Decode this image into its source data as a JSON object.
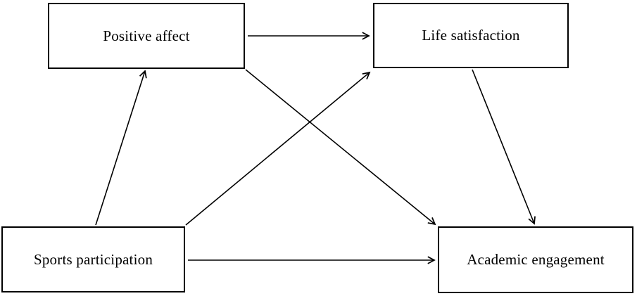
{
  "diagram": {
    "nodes": {
      "positive_affect": {
        "label": "Positive affect"
      },
      "life_satisfaction": {
        "label": "Life satisfaction"
      },
      "sports_participation": {
        "label": "Sports participation"
      },
      "academic_engagement": {
        "label": "Academic engagement"
      }
    },
    "edges": [
      {
        "from": "Positive affect",
        "to": "Life satisfaction"
      },
      {
        "from": "Sports participation",
        "to": "Positive affect"
      },
      {
        "from": "Sports participation",
        "to": "Life satisfaction"
      },
      {
        "from": "Positive affect",
        "to": "Academic engagement"
      },
      {
        "from": "Life satisfaction",
        "to": "Academic engagement"
      },
      {
        "from": "Sports participation",
        "to": "Academic engagement"
      }
    ]
  },
  "colors": {
    "line": "#000000",
    "text": "#000000",
    "background": "#ffffff"
  }
}
